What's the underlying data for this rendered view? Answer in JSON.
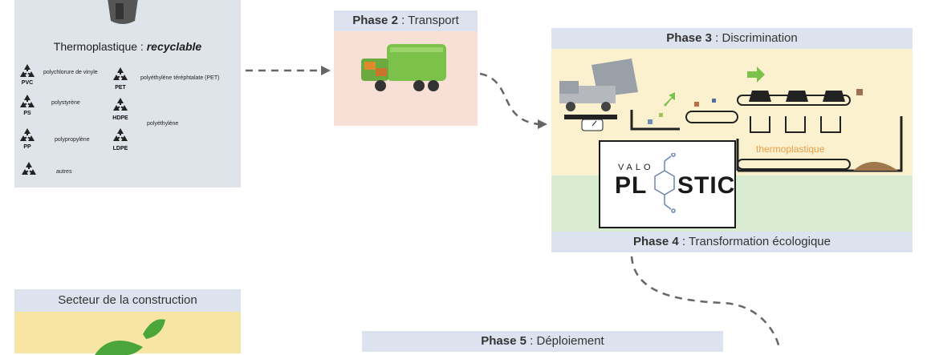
{
  "thermoplastic_panel": {
    "title_prefix": "Thermoplastique : ",
    "title_emphasis": "recyclable",
    "codes": [
      "PVC",
      "PET",
      "PS",
      "HDPE",
      "PP",
      "LDPE"
    ],
    "names": {
      "pvc": "polychlorure de vinyle",
      "pet": "polyéthylène téréphtalate (PET)",
      "ps": "polystyrène",
      "pe": "polyéthylène",
      "pp": "polypropylène",
      "others": "autres"
    }
  },
  "phase2": {
    "number": "Phase 2",
    "sep": " : ",
    "name": "Transport"
  },
  "phase3": {
    "number": "Phase 3",
    "sep": " : ",
    "name": "Discrimination",
    "thermo_label": "thermoplastique"
  },
  "phase4": {
    "number": "Phase 4",
    "sep": " : ",
    "name": "Transformation écologique"
  },
  "logo": {
    "top": "VALO",
    "left": "PL",
    "right": "STIC"
  },
  "construction": {
    "title": "Secteur de la construction"
  },
  "phase5": {
    "number": "Phase 5",
    "sep": " : ",
    "name": "Déploiement"
  },
  "colors": {
    "header": "#dde3ee",
    "thermo_bg": "#dfe3ea",
    "transport_bg": "#f8e0d6",
    "sorting_bg": "#fbf1cf",
    "green_band": "#d9ecd2",
    "accent_orange": "#e8a04a",
    "arrow_green": "#7cc24a"
  },
  "icons": [
    "recycling-icon",
    "garbage-truck-icon",
    "dump-truck-icon",
    "conveyor-belt-icon",
    "hopper-icon",
    "scale-icon",
    "leaf-icon"
  ]
}
